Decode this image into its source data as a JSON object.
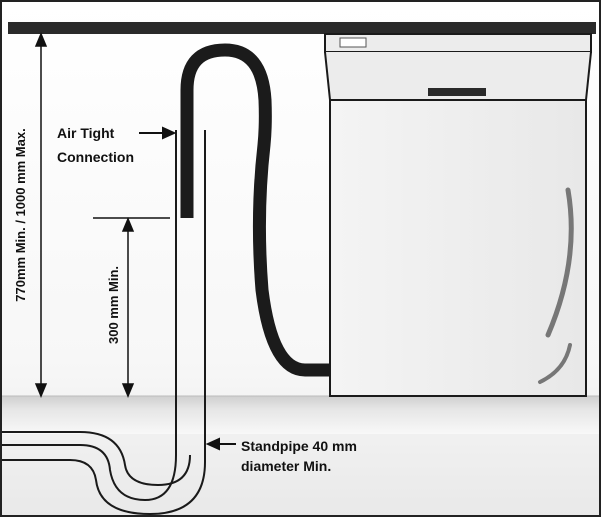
{
  "labels": {
    "air_tight_line1": "Air Tight",
    "air_tight_line2": "Connection",
    "height_total": "770mm Min. / 1000 mm Max.",
    "height_min": "300 mm Min.",
    "standpipe_line1": "Standpipe 40 mm",
    "standpipe_line2": "diameter Min."
  },
  "colors": {
    "hose": "#1b1b1b",
    "outline": "#1a1a1a",
    "worktop": "#2a2a2a",
    "floor": "#d9d9d9",
    "appliance_fill": "#efefef",
    "background": "#ffffff"
  }
}
